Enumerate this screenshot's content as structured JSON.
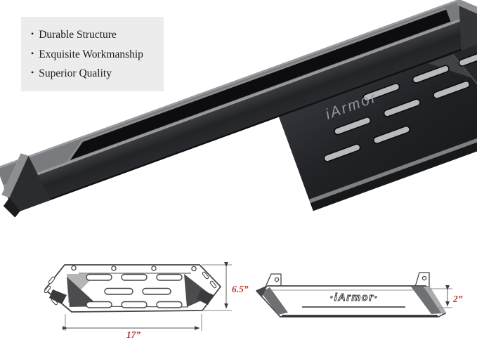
{
  "features": {
    "bullet": "•",
    "items": [
      "Durable Structure",
      "Exquisite Workmanship",
      "Superior Quality"
    ]
  },
  "product_photo": {
    "brand_logo": "iArmor"
  },
  "diagrams": {
    "top_view": {
      "length_label": "17”",
      "depth_label": "6.5”"
    },
    "side_view": {
      "brand_logo": "·iArmor·",
      "height_label": "2”"
    }
  },
  "colors": {
    "dimension_red": "#b23730",
    "bar_dark": "#232427",
    "bar_top_gray": "#7a7b7e",
    "edge_highlight": "#97989b",
    "info_box_bg": "#ececec",
    "background": "#ffffff"
  }
}
